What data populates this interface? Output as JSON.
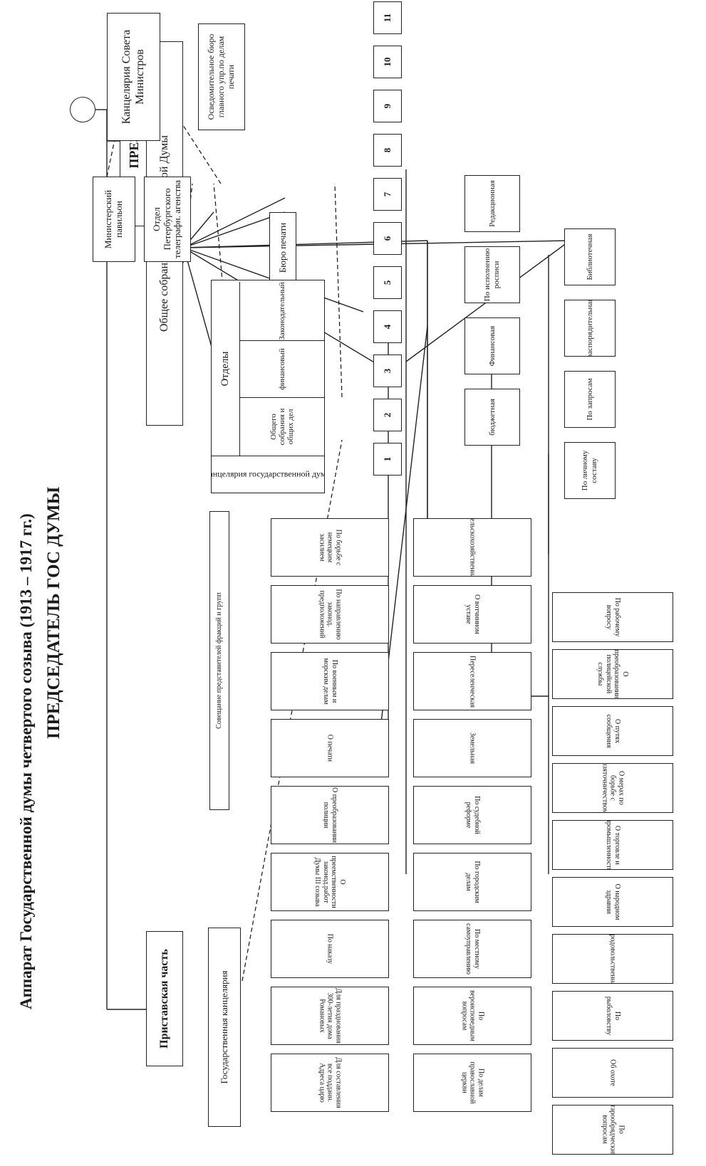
{
  "title": "Аппарат Государственной думы четвертого созыва (1913 – 1917 гг.)",
  "subtitle": "ПРЕДСЕДАТЕЛЬ ГОС ДУМЫ",
  "presidium": "ПРЕЗИДИУМ",
  "general_assembly": "Общее собрание Государственной Думы",
  "bailiff": "Приставская часть",
  "state_chancellery": "Государственная канцелярия",
  "council_factions": "Совещание представителей фракций и групп",
  "top_boxes": {
    "council_ministers": "Канцелярия Совета Министров",
    "info_bureau": "Осведомительное бюро главного упр.по делам печати",
    "ministers_pavilion": "Министерский павильон",
    "telegraph": "Отдел Петербургского телеграфн. агенства",
    "press_bureau": "Бюро печати"
  },
  "duma_chancellery": {
    "title": "Канцелярия государственной думы",
    "departments_label": "Отделы",
    "departments": [
      "Общего собрания и общих дел",
      "финансовый",
      "Законодательный"
    ]
  },
  "numbered": [
    "1",
    "2",
    "3",
    "4",
    "5",
    "6",
    "7",
    "8",
    "9",
    "10",
    "11"
  ],
  "finance_depts": [
    "бюджетная",
    "Финансовая",
    "По исполнению росписи",
    "Редакционная"
  ],
  "other_depts": [
    "По личному составу",
    "По запросам",
    "распорядительная",
    "Библиотечная"
  ],
  "commissions_row1": [
    "Для составления все подданн. Адреса царю",
    "Для празднования 300-летия дома Романовых",
    "По наказу",
    "О преемственности законод.работ Думы III созыва",
    "О преобразовании полиции",
    "О печати",
    "По военным и морским делам",
    "По направлению законод. предположений",
    "По борьбе с немецким засилием"
  ],
  "commissions_row2": [
    "По делам православной церкви",
    "По вероисповедным вопросам",
    "По местному самоуправлению",
    "По городским делам",
    "По судебной реформе",
    "Земельная",
    "Переселенческая",
    "О вотчинном уставе",
    "Сельскохозяйственная"
  ],
  "commissions_row3": [
    "По старообрядческим вопросам",
    "Об охоте",
    "По рыболовству",
    "Продовольственная",
    "О народном здравии",
    "О торговле и промышленности",
    "О мерах по борьбе с взяточничеством",
    "О путях сообщения",
    "О преобразовании полицейской службы",
    "По рабочему вопросу"
  ]
}
